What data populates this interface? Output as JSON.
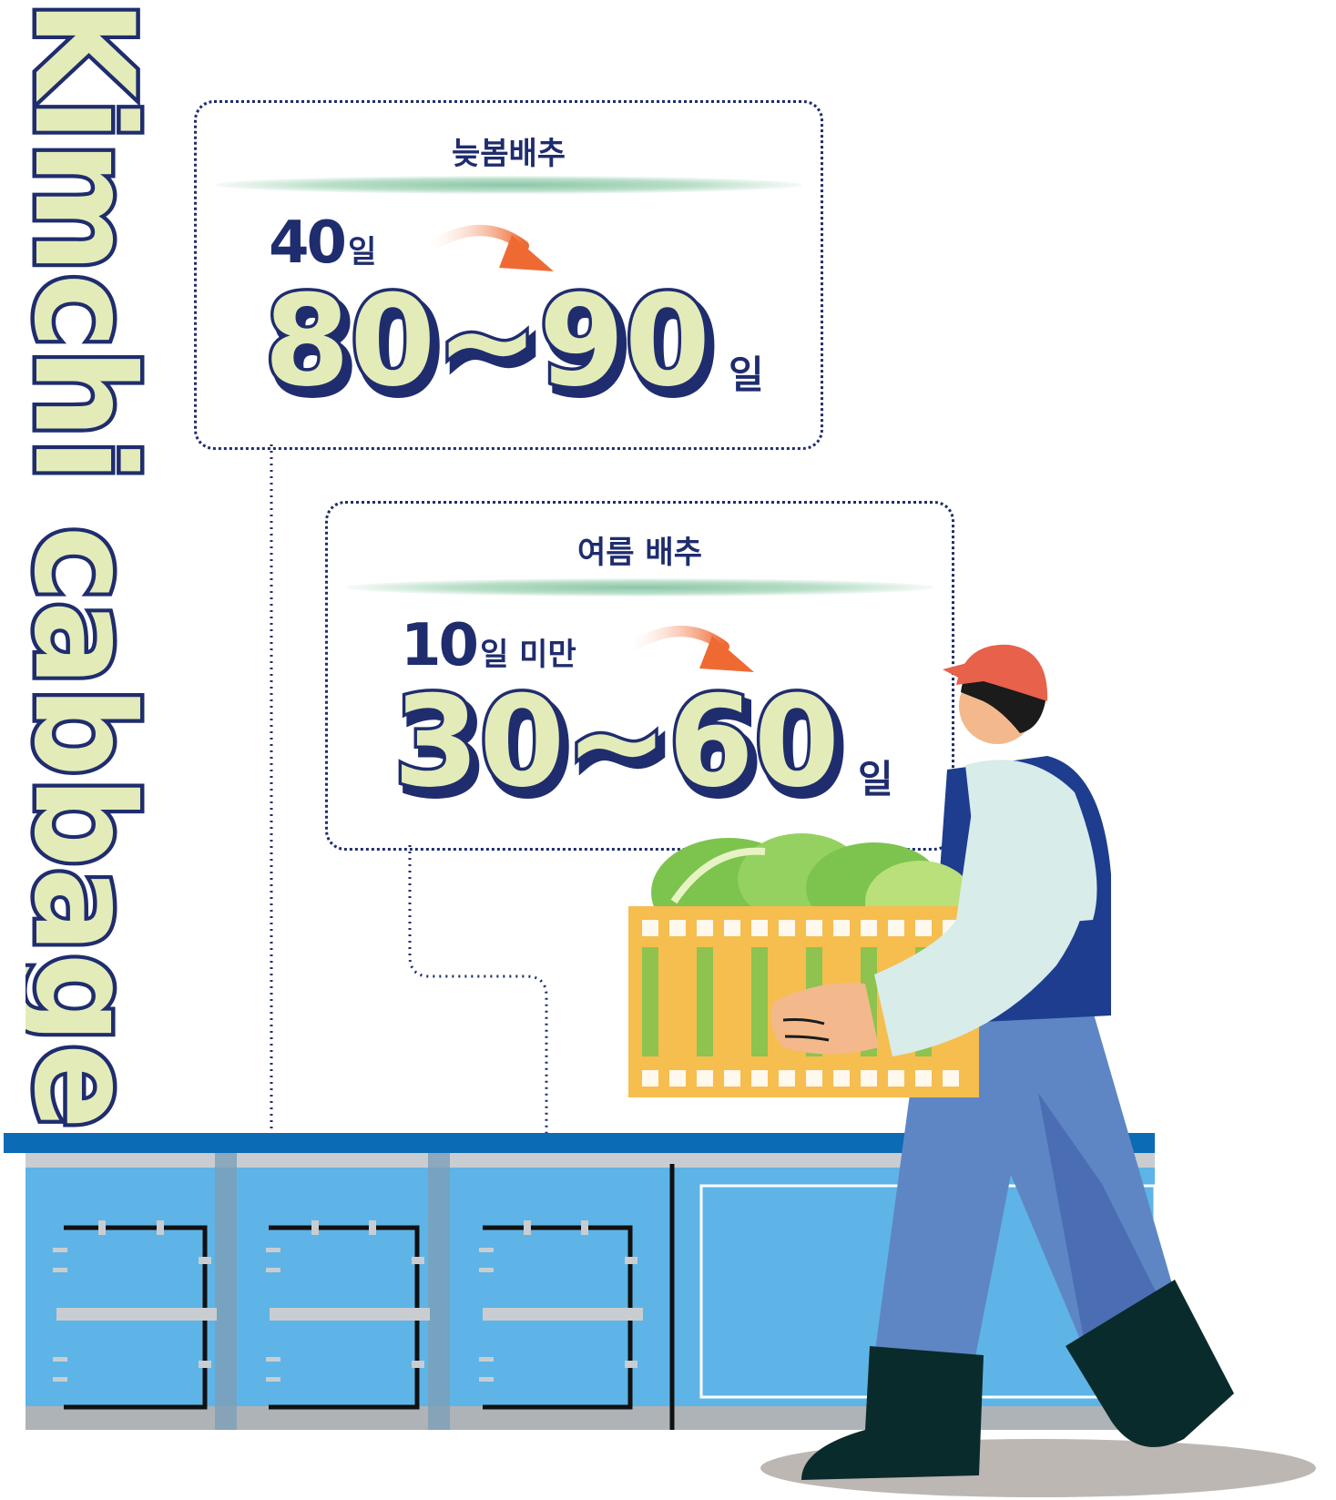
{
  "title": "Kimchi cabbage",
  "boxes": [
    {
      "label": "늦봄배추",
      "from_value": "40",
      "from_unit": "일",
      "to_value": "80~90",
      "to_unit": "일"
    },
    {
      "label": "여름 배추",
      "from_value": "10",
      "from_unit": "일 미만",
      "to_value": "30~60",
      "to_unit": "일"
    }
  ],
  "colors": {
    "navy": "#1f2d6e",
    "cream": "#e3ecb8",
    "arrow": "#ef6a33",
    "shelf_blue": "#5eb4e6",
    "shelf_top": "#0b6bb5"
  },
  "icons": [
    "orange-arrow-icon",
    "farmer-illustration",
    "cabbage-crate-illustration",
    "cold-storage-shelf"
  ]
}
